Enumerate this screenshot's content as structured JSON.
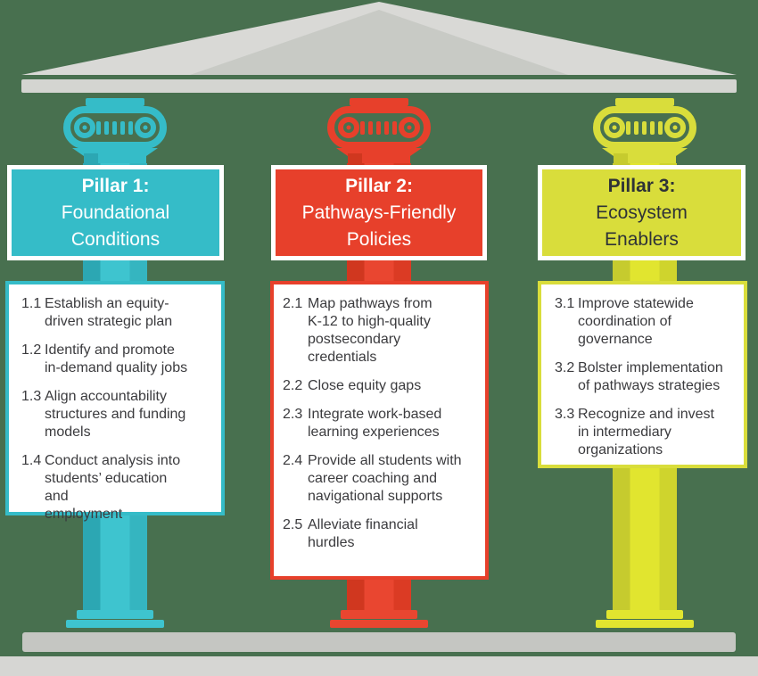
{
  "scene_colors": {
    "background": "#48704F",
    "pediment_light": "#D9D9D6",
    "pediment_dark": "#C8CAC5",
    "architrave": "#D4D5D1",
    "beam": "#C5C6C2",
    "ground": "#D6D6D3"
  },
  "pillars": [
    {
      "name": "pillar-1",
      "colors": {
        "main": "#35BCC8",
        "bright": "#3EC4CF",
        "shade": "#2CA7B3",
        "shade2": "#35B5C0",
        "header_text": "#FFFFFF"
      },
      "header": {
        "title": "Pillar 1:",
        "subtitle": "Foundational\nConditions"
      },
      "items": [
        {
          "num": "1.1",
          "text": "Establish an equity-\ndriven strategic plan"
        },
        {
          "num": "1.2",
          "text": "Identify and promote\nin-demand quality jobs"
        },
        {
          "num": "1.3",
          "text": "Align accountability\nstructures and funding\nmodels"
        },
        {
          "num": "1.4",
          "text": "Conduct analysis into\nstudents’ education and\nemployment"
        }
      ]
    },
    {
      "name": "pillar-2",
      "colors": {
        "main": "#E7402B",
        "bright": "#E94630",
        "shade": "#D0371F",
        "shade2": "#DB3B24",
        "header_text": "#FFFFFF"
      },
      "header": {
        "title": "Pillar 2:",
        "subtitle": "Pathways-Friendly\nPolicies"
      },
      "items": [
        {
          "num": "2.1",
          "text": "Map pathways from\nK-12 to high-quality\npostsecondary\ncredentials"
        },
        {
          "num": "2.2",
          "text": "Close equity gaps"
        },
        {
          "num": "2.3",
          "text": "Integrate work-based\nlearning experiences"
        },
        {
          "num": "2.4",
          "text": "Provide all students with\ncareer coaching and\nnavigational supports"
        },
        {
          "num": "2.5",
          "text": "Alleviate financial\nhurdles"
        }
      ]
    },
    {
      "name": "pillar-3",
      "colors": {
        "main": "#D9DD3B",
        "bright": "#E1E52F",
        "shade": "#C6CB2E",
        "shade2": "#CFD42D",
        "header_text": "#2E3237"
      },
      "header": {
        "title": "Pillar 3:",
        "subtitle": "Ecosystem\nEnablers"
      },
      "items": [
        {
          "num": "3.1",
          "text": "Improve statewide\ncoordination of\ngovernance"
        },
        {
          "num": "3.2",
          "text": "Bolster implementation\nof pathways strategies"
        },
        {
          "num": "3.3",
          "text": "Recognize and invest\nin intermediary\norganizations"
        }
      ]
    }
  ]
}
